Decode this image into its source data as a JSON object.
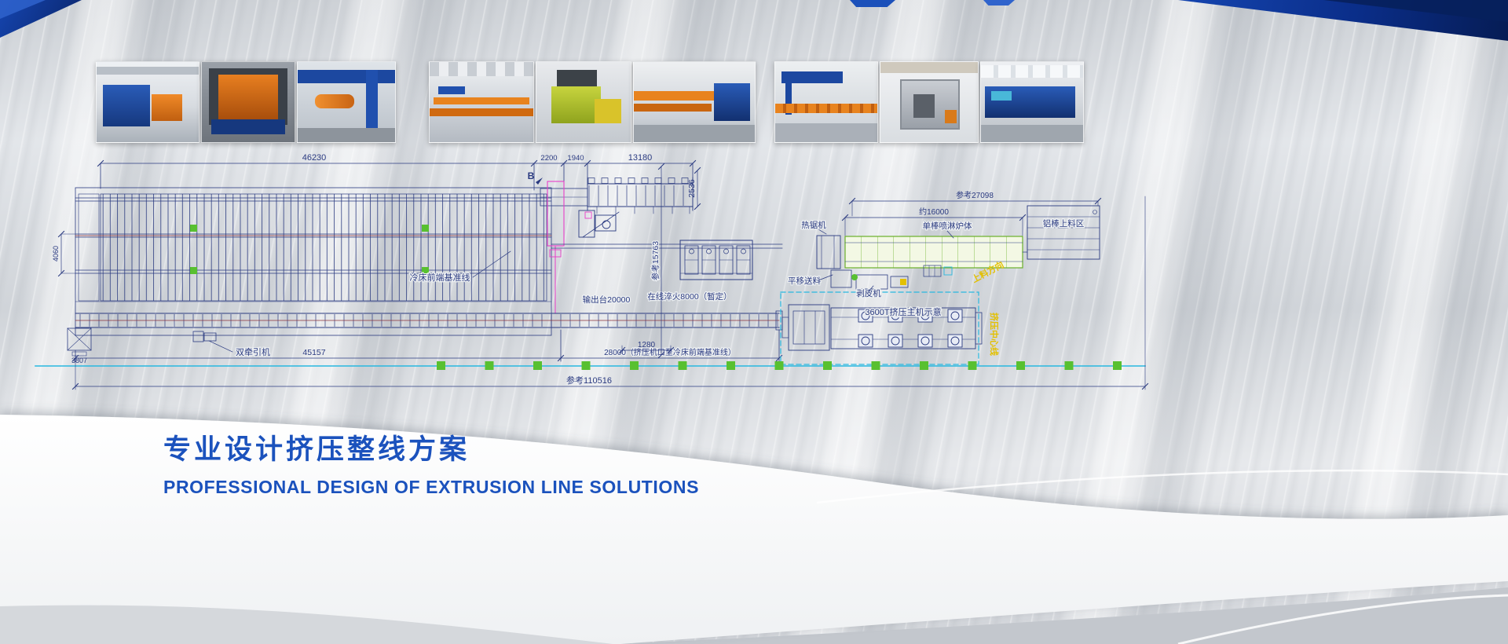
{
  "footer": {
    "title_cn": "专业设计挤压整线方案",
    "title_en": "PROFESSIONAL DESIGN OF EXTRUSION LINE SOLUTIONS"
  },
  "diagram": {
    "dims": {
      "top_total": "46230",
      "top_a": "2200",
      "top_b": "1940",
      "top_c": "13180",
      "right_height": "2536",
      "ref_height": "参考15763",
      "left_height": "4060",
      "furnace_len": "约16000",
      "furnace_ref": "参考27098",
      "runout_gap": "1280",
      "bed_len": "45157",
      "press_to_bed": "28000（挤压机口至冷床前端基准线）",
      "output_table": "输出台20000",
      "quench": "在线淬火8000（暂定）",
      "left_small": "3807",
      "total_ref": "参考110516"
    },
    "labels": {
      "datum": "冷床前端基准线",
      "puller": "双牵引机",
      "hot_saw": "热锯机",
      "furnace": "单棒喷淋炉体",
      "loading": "铝棒上料区",
      "transfer": "平移送料",
      "peeler": "剥皮机",
      "press": "3600T挤压主机示意",
      "section_b": "B",
      "note1": "上料方向",
      "note2": "挤压中心线"
    }
  },
  "colors": {
    "accent_blue": "#1b52bd",
    "line_navy": "#2a3a80",
    "magenta": "#e83ec8",
    "green": "#58c030",
    "cyan": "#28b8e0",
    "yellow": "#e3c000"
  }
}
